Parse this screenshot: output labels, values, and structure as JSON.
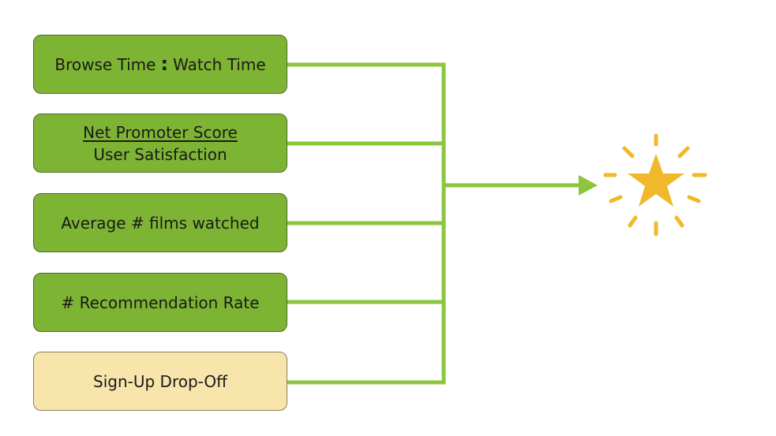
{
  "diagram": {
    "metrics": [
      {
        "id": "browse-watch",
        "parts": [
          "Browse Time",
          ":",
          "Watch Time"
        ],
        "style": "green"
      },
      {
        "id": "nps",
        "lines": [
          "Net Promoter Score",
          "User Satisfaction"
        ],
        "style": "green"
      },
      {
        "id": "avg-films",
        "lines": [
          "Average # films watched"
        ],
        "style": "green"
      },
      {
        "id": "rec-rate",
        "lines": [
          "# Recommendation Rate"
        ],
        "style": "green"
      },
      {
        "id": "signup",
        "lines": [
          "Sign-Up Drop-Off"
        ],
        "style": "cream"
      }
    ],
    "goal_icon": "star-icon",
    "colors": {
      "box_green": "#7eb433",
      "box_cream": "#f7e5ab",
      "connector": "#8cc63f",
      "star": "#f0b82a"
    }
  }
}
